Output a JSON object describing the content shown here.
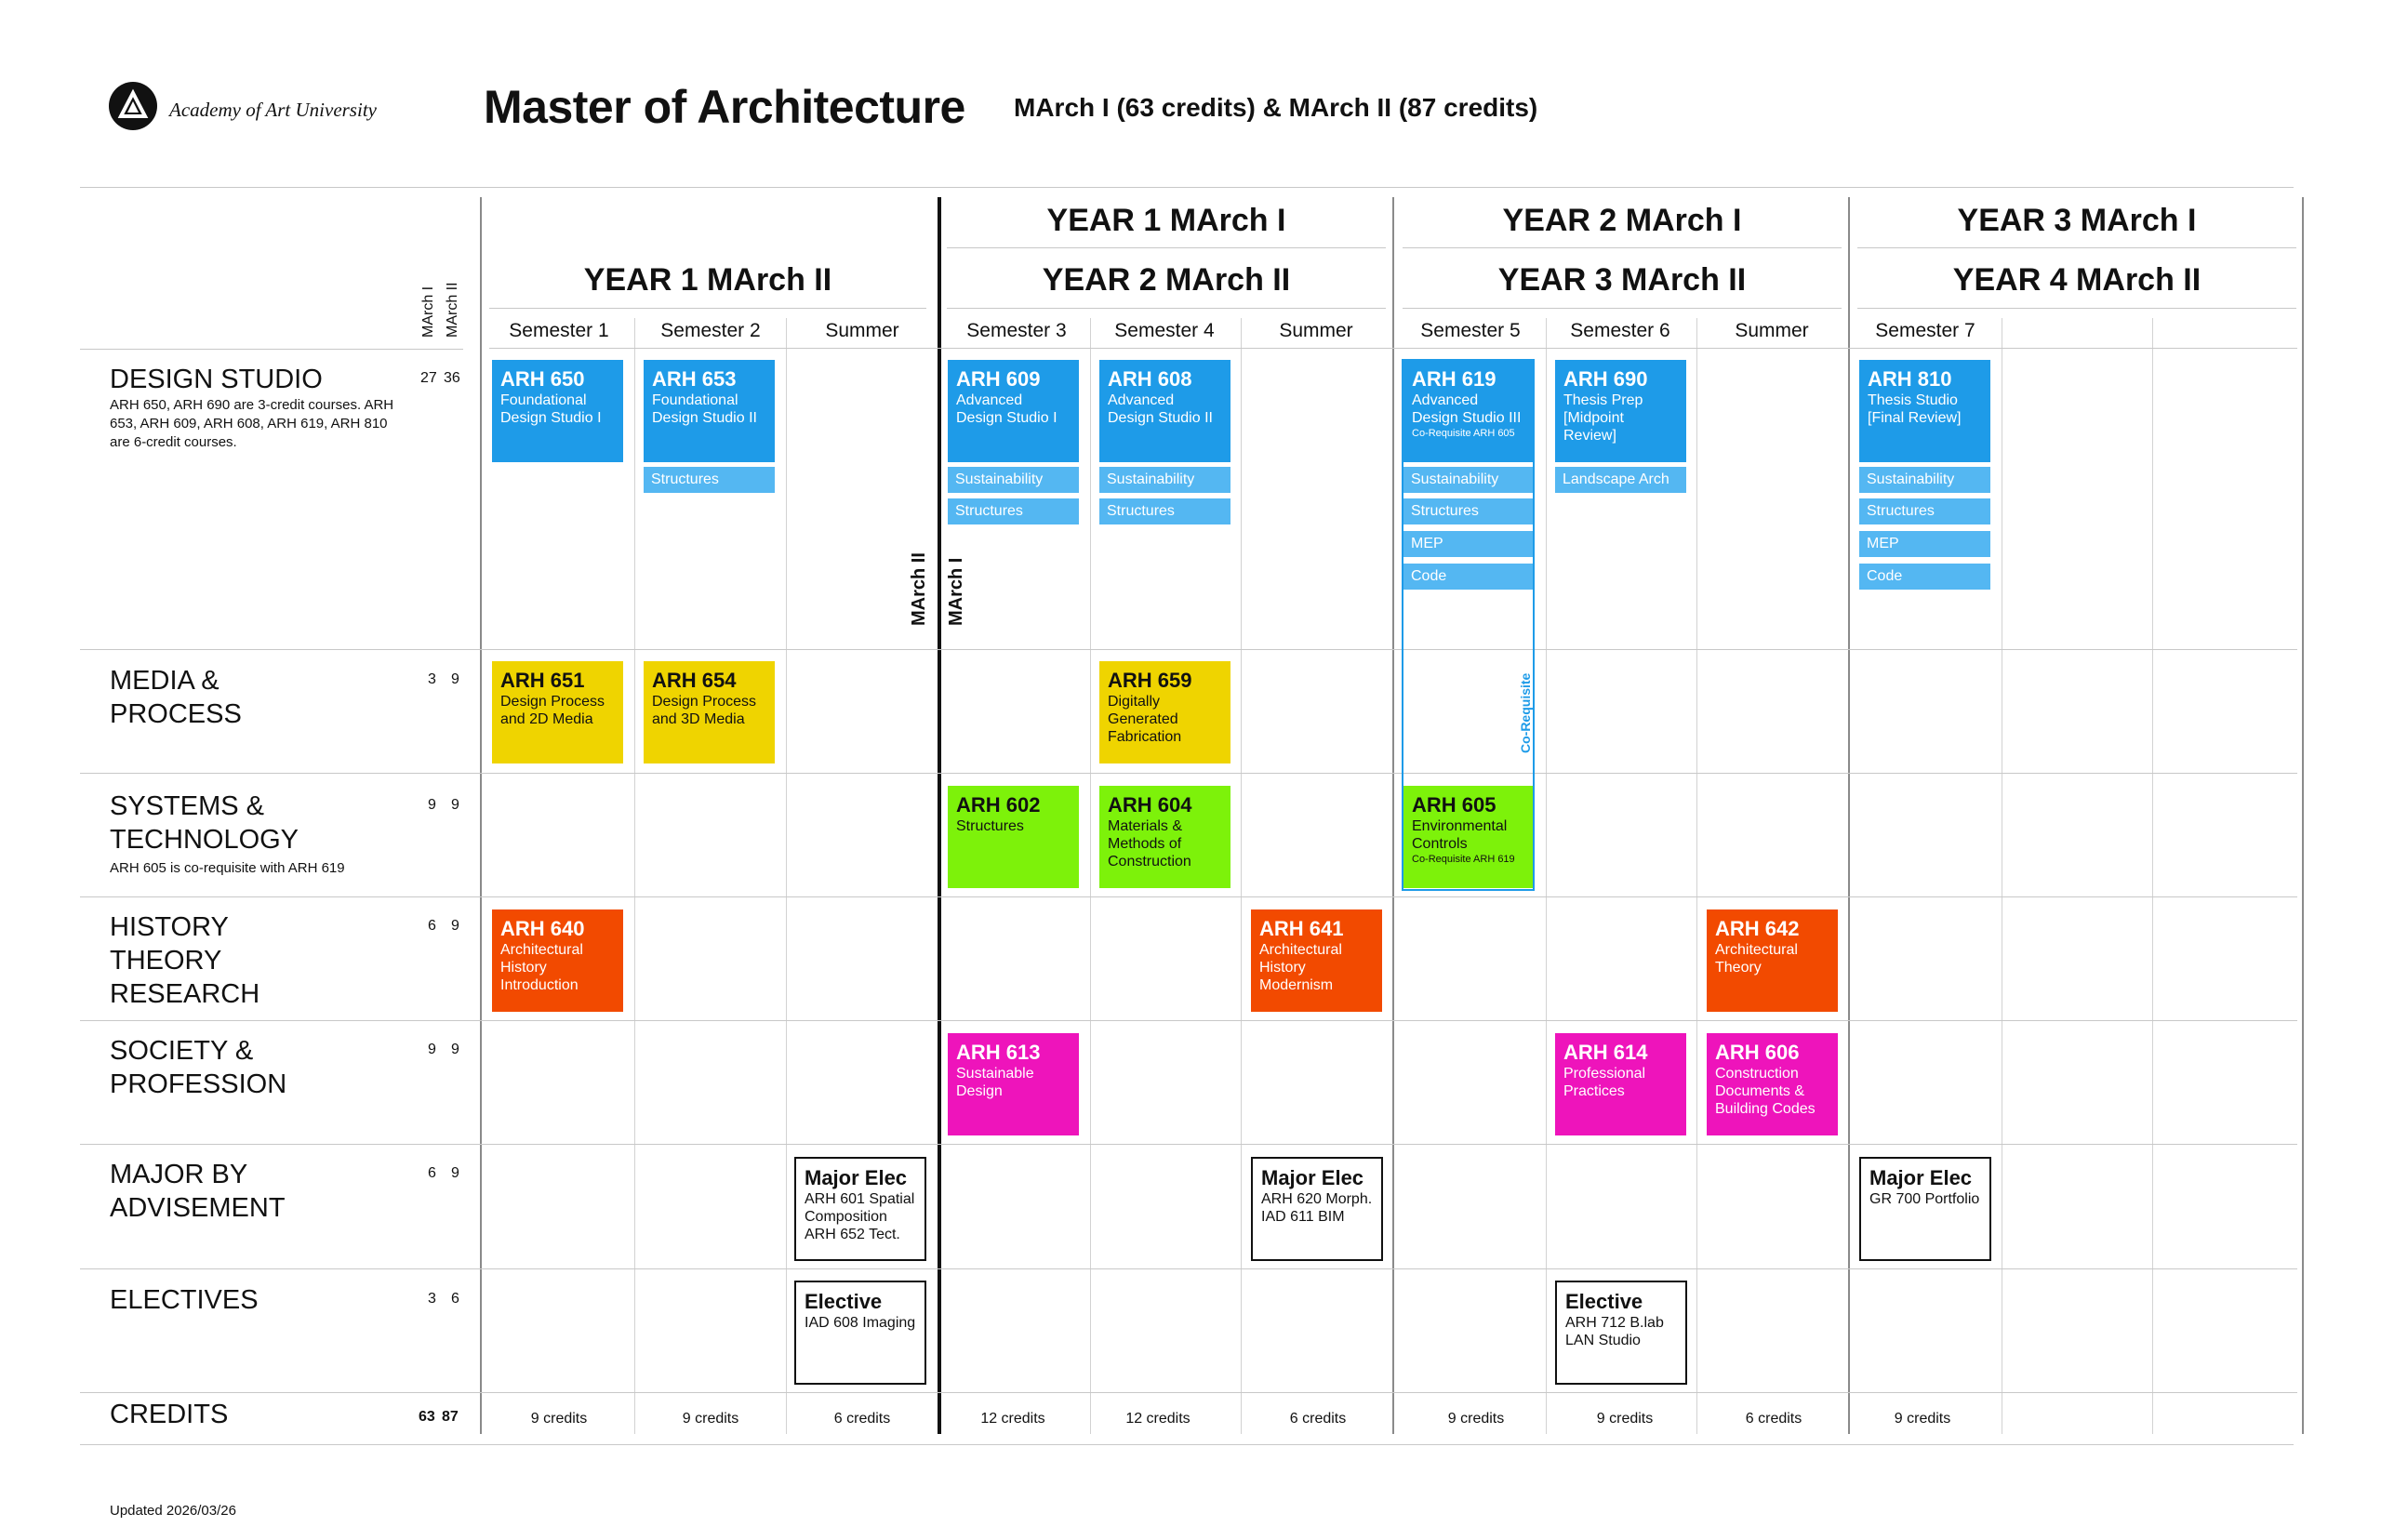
{
  "header": {
    "logo_text": "Academy of Art University",
    "title": "Master of Architecture",
    "subtitle": "MArch I (63 credits) & MArch II (87 credits)"
  },
  "col_labels": {
    "march1": "MArch I",
    "march2": "MArch II"
  },
  "years": {
    "y1_m1": "YEAR 1 MArch I",
    "y2_m1": "YEAR 2 MArch I",
    "y3_m1": "YEAR 3 MArch I",
    "y1_m2": "YEAR 1 MArch II",
    "y2_m2": "YEAR 2 MArch II",
    "y3_m2": "YEAR 3 MArch II",
    "y4_m2": "YEAR 4 MArch II"
  },
  "semesters": [
    "Semester 1",
    "Semester 2",
    "Summer",
    "Semester 3",
    "Semester 4",
    "Summer",
    "Semester 5",
    "Semester 6",
    "Summer",
    "Semester 7"
  ],
  "divider_labels": {
    "march2": "MArch II",
    "march1": "MArch I",
    "corequisite": "Co-Requisite"
  },
  "categories": [
    {
      "title": "DESIGN STUDIO",
      "note": "ARH 650, ARH 690 are 3-credit courses. ARH 653, ARH 609, ARH 608, ARH 619, ARH 810 are 6-credit courses.",
      "m1": "27",
      "m2": "36"
    },
    {
      "title": "MEDIA & PROCESS",
      "note": "",
      "m1": "3",
      "m2": "9"
    },
    {
      "title": "SYSTEMS & TECHNOLOGY",
      "note": "ARH 605 is co-requisite with ARH 619",
      "m1": "9",
      "m2": "9"
    },
    {
      "title": "HISTORY THEORY RESEARCH",
      "note": "",
      "m1": "6",
      "m2": "9"
    },
    {
      "title": "SOCIETY & PROFESSION",
      "note": "",
      "m1": "9",
      "m2": "9"
    },
    {
      "title": "MAJOR BY ADVISEMENT",
      "note": "",
      "m1": "6",
      "m2": "9"
    },
    {
      "title": "ELECTIVES",
      "note": "",
      "m1": "3",
      "m2": "6"
    }
  ],
  "credits_row": {
    "title": "CREDITS",
    "m1": "63",
    "m2": "87"
  },
  "courses": {
    "arh650": {
      "code": "ARH 650",
      "name": "Foundational Design Studio I"
    },
    "arh653": {
      "code": "ARH 653",
      "name": "Foundational Design Studio II"
    },
    "arh609": {
      "code": "ARH 609",
      "name": "Advanced Design Studio I"
    },
    "arh608": {
      "code": "ARH 608",
      "name": "Advanced Design Studio II"
    },
    "arh619": {
      "code": "ARH 619",
      "name": "Advanced Design Studio III",
      "req": "Co-Requisite ARH 605"
    },
    "arh690": {
      "code": "ARH 690",
      "name": "Thesis Prep [Midpoint Review]"
    },
    "arh810": {
      "code": "ARH 810",
      "name": "Thesis Studio [Final Review]"
    },
    "arh651": {
      "code": "ARH 651",
      "name": "Design Process and 2D Media"
    },
    "arh654": {
      "code": "ARH 654",
      "name": "Design Process and 3D Media"
    },
    "arh659": {
      "code": "ARH 659",
      "name": "Digitally Generated Fabrication"
    },
    "arh602": {
      "code": "ARH 602",
      "name": "Structures"
    },
    "arh604": {
      "code": "ARH 604",
      "name": "Materials & Methods of Construction"
    },
    "arh605": {
      "code": "ARH 605",
      "name": "Environmental Controls",
      "req": "Co-Requisite ARH 619"
    },
    "arh640": {
      "code": "ARH 640",
      "name": "Architectural History Introduction"
    },
    "arh641": {
      "code": "ARH 641",
      "name": "Architectural History Modernism"
    },
    "arh642": {
      "code": "ARH 642",
      "name": "Architectural Theory"
    },
    "arh613": {
      "code": "ARH 613",
      "name": "Sustainable Design"
    },
    "arh614": {
      "code": "ARH 614",
      "name": "Professional Practices"
    },
    "arh606": {
      "code": "ARH 606",
      "name": "Construction Documents & Building Codes"
    },
    "me1": {
      "code": "Major Elec",
      "name": "ARH 601 Spatial Composition ARH 652 Tect."
    },
    "me2": {
      "code": "Major Elec",
      "name": "ARH 620 Morph. IAD 611 BIM"
    },
    "me3": {
      "code": "Major Elec",
      "name": "GR 700 Portfolio"
    },
    "el1": {
      "code": "Elective",
      "name": "IAD 608 Imaging"
    },
    "el2": {
      "code": "Elective",
      "name": "ARH 712 B.lab LAN Studio"
    }
  },
  "tags": {
    "structures": "Structures",
    "sustainability": "Sustainability",
    "mep": "MEP",
    "code": "Code",
    "landscape": "Landscape Arch"
  },
  "sem_credits": [
    "9 credits",
    "9 credits",
    "6 credits",
    "12 credits",
    "12 credits",
    "6 credits",
    "9 credits",
    "9 credits",
    "6 credits",
    "9 credits"
  ],
  "updated": "Updated 2026/03/26",
  "colors": {
    "blue": "#1e9be8",
    "light_blue": "#54b7f2",
    "yellow": "#efd400",
    "green": "#7df20a",
    "orange": "#f24a00",
    "pink": "#ee14bb"
  }
}
